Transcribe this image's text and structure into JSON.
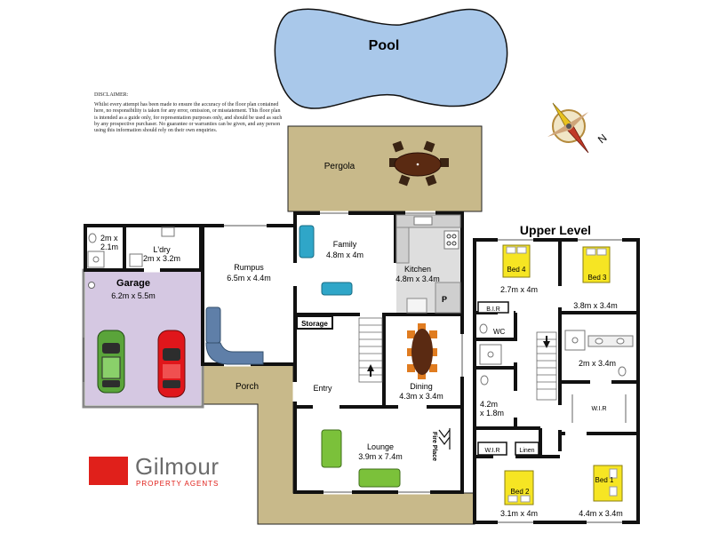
{
  "disclaimer": {
    "title": "DISCLAIMER:",
    "text": "Whilst every attempt has been made to ensure the accuracy of the floor plan contained here, no responsibility is taken for any error, omission, or misstatement. This floor plan is intended as a guide only, for representation purposes only, and should be used as such by any prospective purchaser. No guarantee or warranties can be given, and any person using this information should rely on their own enquiries."
  },
  "labels": {
    "pool": "Pool",
    "pergola": "Pergola",
    "upper_level": "Upper Level",
    "compass_n": "N",
    "garage": "Garage",
    "garage_dim": "6.2m x 5.5m",
    "bath_dim1": "2m x",
    "bath_dim2": "2.1m",
    "laundry": "L'dry",
    "laundry_dim": "2m x 3.2m",
    "rumpus": "Rumpus",
    "rumpus_dim": "6.5m x 4.4m",
    "family": "Family",
    "family_dim": "4.8m x 4m",
    "kitchen": "Kitchen",
    "kitchen_dim": "4.8m x 3.4m",
    "pantry": "P",
    "storage": "Storage",
    "entry": "Entry",
    "dining": "Dining",
    "dining_dim": "4.3m x 3.4m",
    "porch": "Porch",
    "lounge": "Lounge",
    "lounge_dim": "3.9m x 7.4m",
    "fire_place": "Fire Place",
    "bed4": "Bed 4",
    "bed4_dim": "2.7m x 4m",
    "bed3": "Bed 3",
    "bed3_dim": "3.8m x 3.4m",
    "bir": "B.I.R",
    "wc": "WC",
    "bath_up_dim": "2m x 3.4m",
    "ens_dim1": "4.2m",
    "ens_dim2": "x 1.8m",
    "wir1": "W.I.R",
    "wir2": "W.I.R",
    "linen": "Linen",
    "bed2": "Bed 2",
    "bed2_dim": "3.1m x 4m",
    "bed1": "Bed 1",
    "bed1_dim": "4.4m x 3.4m"
  },
  "logo": {
    "name": "Gilmour",
    "sub": "PROPERTY AGENTS"
  },
  "colors": {
    "pool": "#a9c8ea",
    "pergola": "#c8b98a",
    "porch": "#c8b98a",
    "garage": "#d5c8e2",
    "kitchen_floor": "#dedede",
    "sofa_green": "#7bc13a",
    "sofa_teal": "#2fa6c8",
    "sofa_blue": "#5f7fa8",
    "bed_yellow": "#f6e523",
    "table_brown": "#5a2a12",
    "dining_orange": "#e07c20",
    "logo_red": "#e0201b"
  }
}
